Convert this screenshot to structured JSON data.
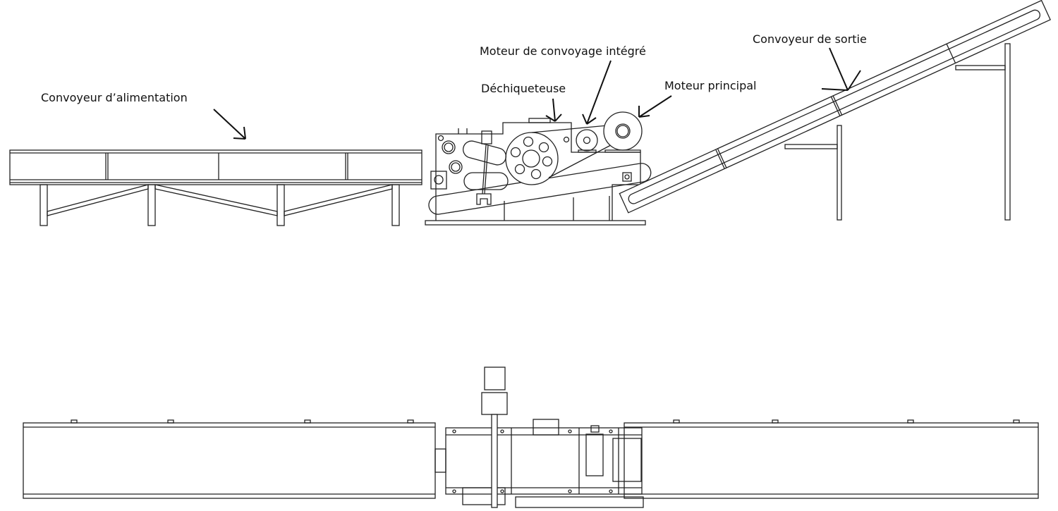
{
  "labels": {
    "feed_conveyor": "Convoyeur d’alimentation",
    "shredder": "Déchiqueteuse",
    "integrated_conveyor_motor": "Moteur de convoyage intégré",
    "main_motor": "Moteur principal",
    "output_conveyor": "Convoyeur de sortie"
  },
  "colors": {
    "line": "#222222",
    "background": "#ffffff"
  }
}
